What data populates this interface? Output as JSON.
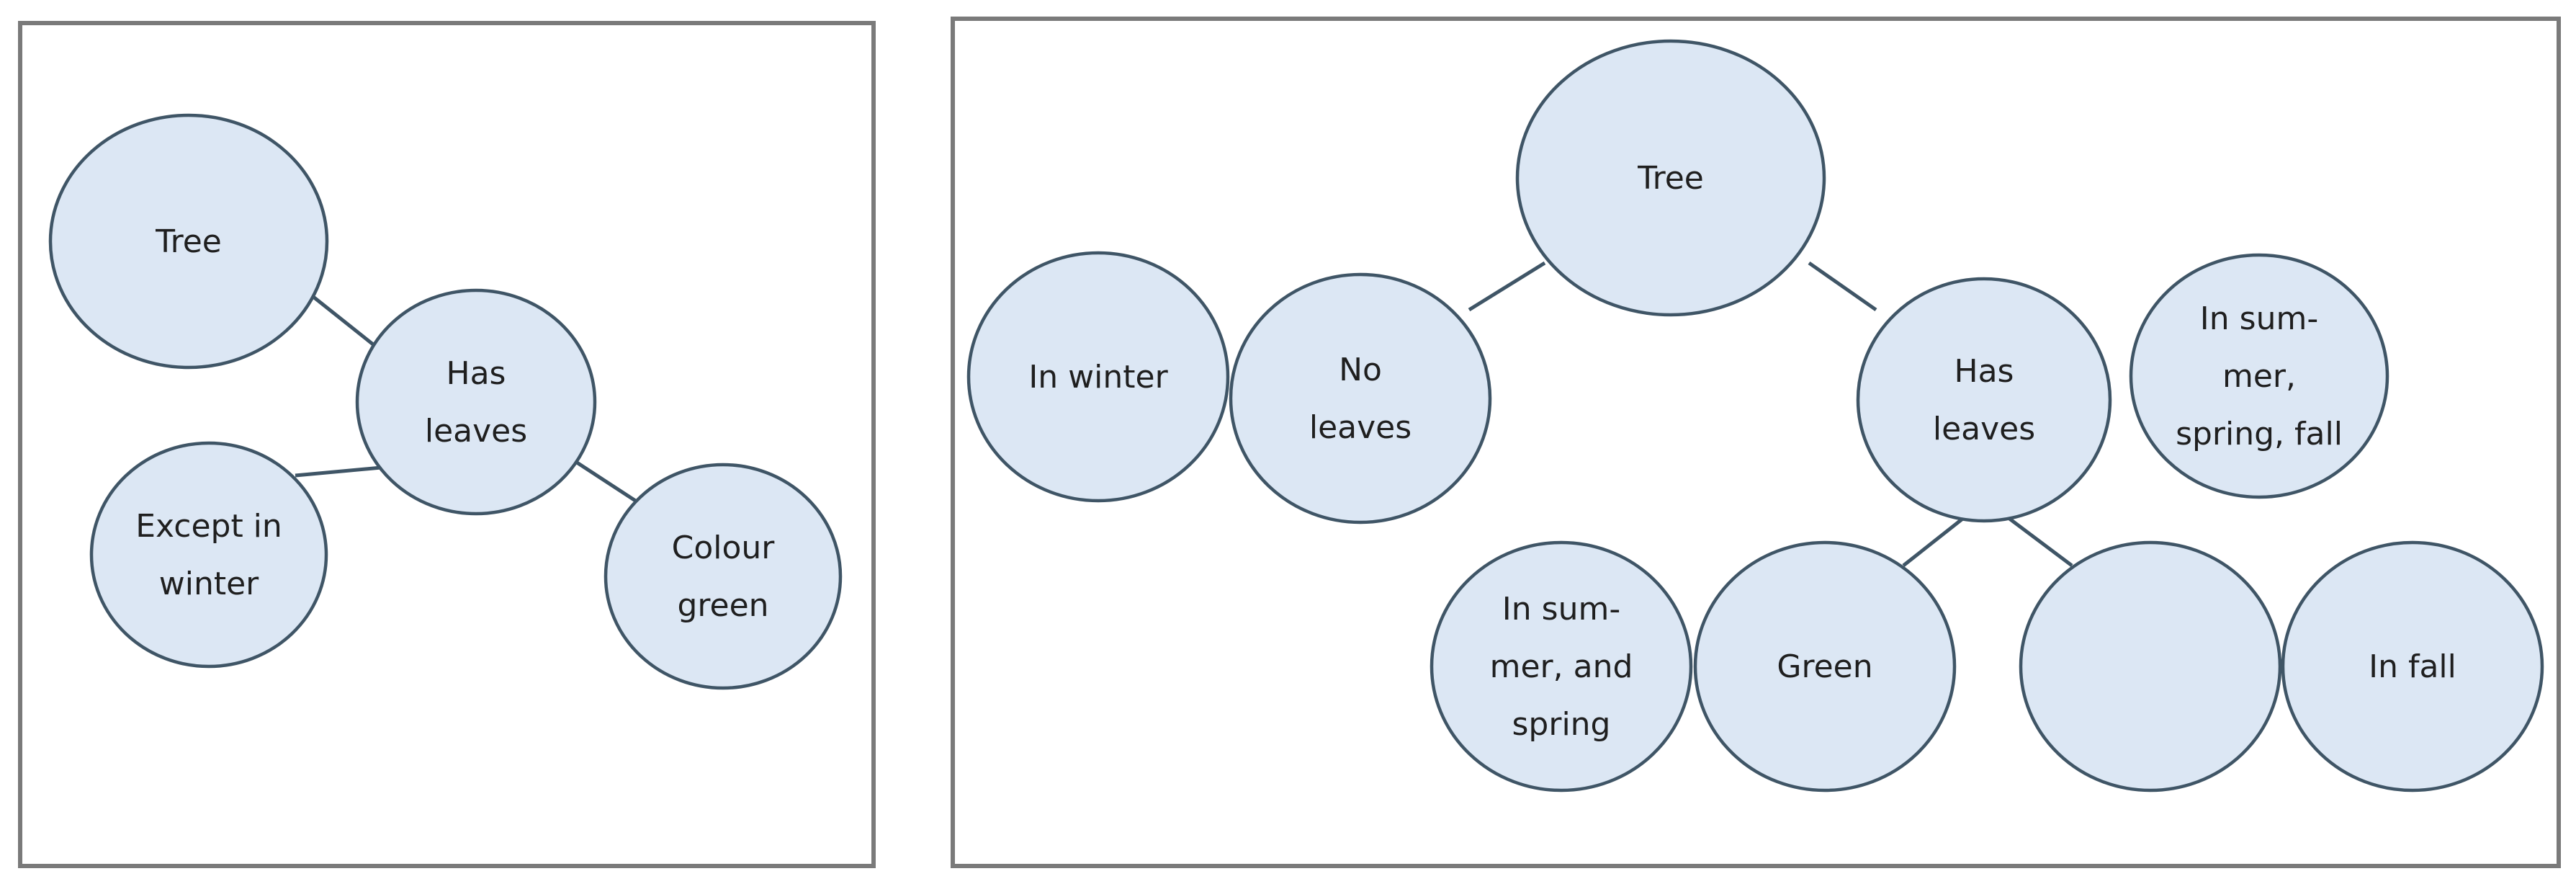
{
  "diagrams": [
    {
      "nodes": [
        {
          "id": "a_tree",
          "lines": [
            "Tree"
          ]
        },
        {
          "id": "a_has_leaves",
          "lines": [
            "Has",
            "leaves"
          ]
        },
        {
          "id": "a_except",
          "lines": [
            "Except in",
            "winter"
          ]
        },
        {
          "id": "a_colour",
          "lines": [
            "Colour",
            "green"
          ]
        }
      ],
      "edges": [
        [
          "a_tree",
          "a_has_leaves"
        ],
        [
          "a_has_leaves",
          "a_except"
        ],
        [
          "a_has_leaves",
          "a_colour"
        ]
      ]
    },
    {
      "nodes": [
        {
          "id": "b_tree",
          "lines": [
            "Tree"
          ]
        },
        {
          "id": "b_no_leaves",
          "lines": [
            "No",
            "leaves"
          ]
        },
        {
          "id": "b_in_winter",
          "lines": [
            "In winter"
          ]
        },
        {
          "id": "b_has_leaves",
          "lines": [
            "Has",
            "leaves"
          ]
        },
        {
          "id": "b_summer_spring_fall",
          "lines": [
            "In sum-",
            "mer,",
            "spring, fall"
          ]
        },
        {
          "id": "b_green",
          "lines": [
            "Green"
          ]
        },
        {
          "id": "b_summer_spring",
          "lines": [
            "In sum-",
            "mer, and",
            "spring"
          ]
        },
        {
          "id": "b_blank",
          "lines": []
        },
        {
          "id": "b_in_fall",
          "lines": [
            "In fall"
          ]
        }
      ],
      "edges": [
        [
          "b_tree",
          "b_no_leaves"
        ],
        [
          "b_tree",
          "b_has_leaves"
        ],
        [
          "b_has_leaves",
          "b_green"
        ],
        [
          "b_has_leaves",
          "b_blank"
        ]
      ]
    }
  ]
}
